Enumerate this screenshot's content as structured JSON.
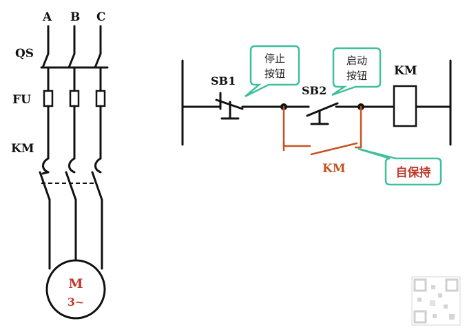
{
  "power_circuit": {
    "phases": [
      "A",
      "B",
      "C"
    ],
    "qs_label": "QS",
    "fu_label": "FU",
    "km_label": "KM",
    "motor_label": "M",
    "motor_sub": "3~"
  },
  "control_circuit": {
    "sb1_label": "SB1",
    "sb2_label": "SB2",
    "km_coil_label": "KM",
    "km_aux_label": "KM",
    "stop_callout": [
      "停止",
      "按钮"
    ],
    "start_callout": [
      "启动",
      "按钮"
    ],
    "hold_callout": "自保持"
  },
  "colors": {
    "wire": "#111111",
    "self_hold_wire": "#c8521f",
    "callout_border": "#3fbf9b",
    "hold_text": "#c0392b",
    "motor_text": "#c0392b"
  }
}
